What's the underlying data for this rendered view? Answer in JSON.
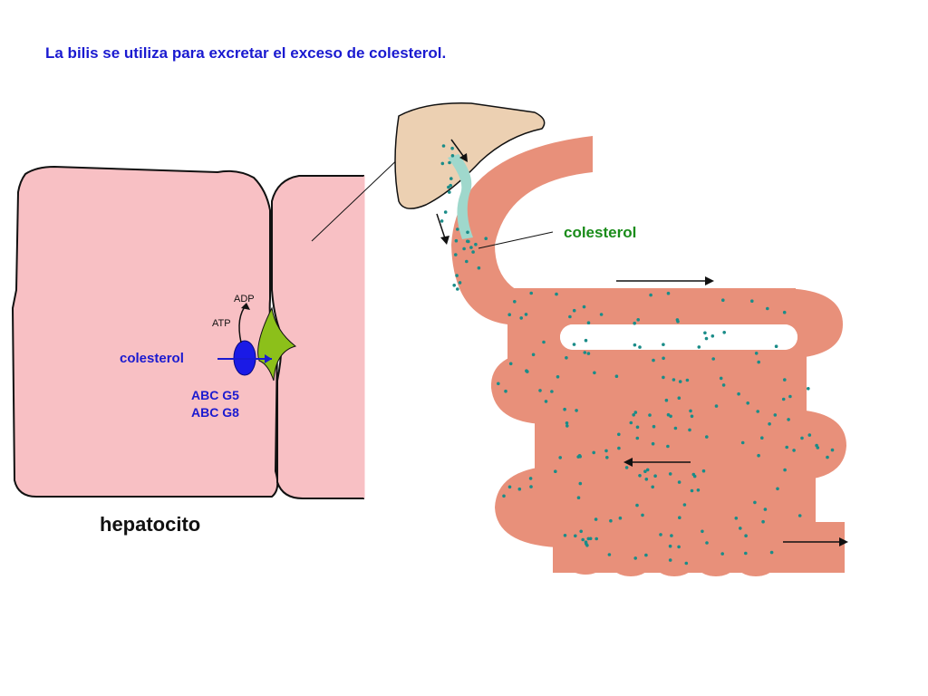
{
  "title": "La bilis se utiliza para excretar el exceso de colesterol.",
  "labels": {
    "hepatocyte": "hepatocito",
    "cholesterol_cell": "colesterol",
    "cholesterol_intestine": "colesterol",
    "transporter_1": "ABC G5",
    "transporter_2": "ABC G8",
    "atp": "ATP",
    "adp": "ADP"
  },
  "colors": {
    "title": "#1a1ad0",
    "cell_fill": "#f8c0c4",
    "canaliculus": "#8cc01a",
    "transporter": "#1a1ae6",
    "intestine": "#e8907a",
    "liver": "#ecd0b2",
    "bile_duct": "#9fd8cc",
    "dots": "#1a8c88",
    "cholesterol_label_green": "#1a8c1a",
    "cholesterol_label_blue": "#1a1ad0"
  }
}
